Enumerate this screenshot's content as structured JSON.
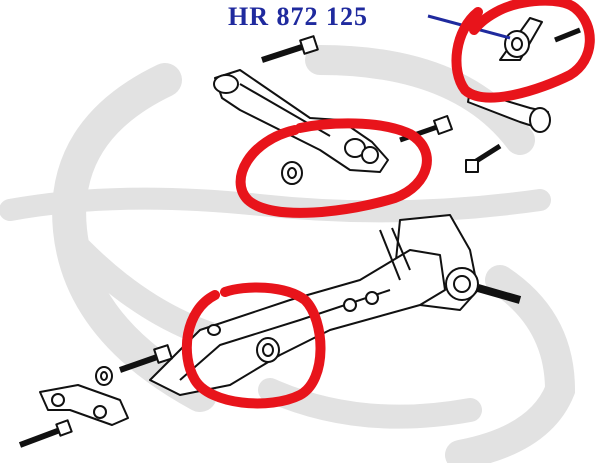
{
  "part_label": {
    "text": "HR 872 125",
    "color": "#1f2a9e"
  },
  "colors": {
    "highlight": "#e8141b",
    "watermark": "#e2e2e2",
    "line": "#111111",
    "part_fill": "#ffffff"
  },
  "highlights": [
    "upper-right-bushing-highlight",
    "upper-arm-bushing-highlight",
    "lower-arm-bushing-highlight"
  ],
  "icons": {
    "watermark": "hr-logo-watermark"
  }
}
